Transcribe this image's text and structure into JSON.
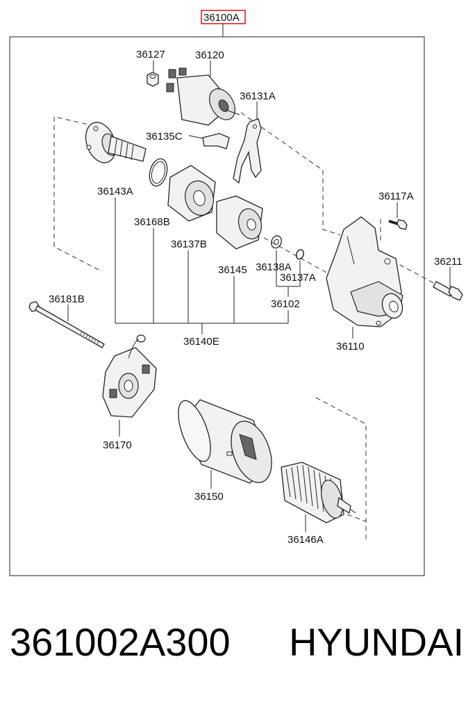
{
  "assembly_label": "36100A",
  "accent_color": "#e02020",
  "callouts": {
    "c36127": "36127",
    "c36120": "36120",
    "c36131A": "36131A",
    "c36135C": "36135C",
    "c36143A": "36143A",
    "c36168B": "36168B",
    "c36137B": "36137B",
    "c36145": "36145",
    "c36138A": "36138A",
    "c36137A": "36137A",
    "c36102": "36102",
    "c36117A": "36117A",
    "c36211": "36211",
    "c36110": "36110",
    "c36181B": "36181B",
    "c36140E": "36140E",
    "c36170": "36170",
    "c36150": "36150",
    "c36146A": "36146A"
  },
  "footer": {
    "part_number": "361002A300",
    "brand": "HYUNDAI"
  }
}
